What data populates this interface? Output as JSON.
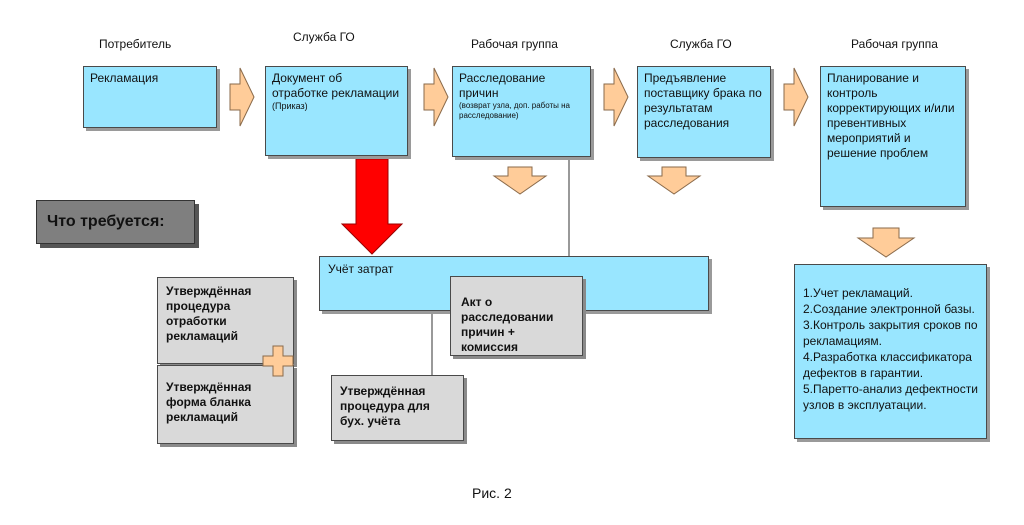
{
  "headers": [
    "Потребитель",
    "Служба ГО",
    "Рабочая группа",
    "Служба ГО",
    "Рабочая группа"
  ],
  "flow": {
    "complaint": "Рекламация",
    "document": {
      "main": "Документ об отработке рекламации",
      "note": "(Приказ)"
    },
    "investigation": {
      "main": "Расследование причин",
      "note": "(возврат узла, доп. работы на расследование)"
    },
    "supplier": "Предъявление поставщику брака по результатам расследования",
    "planning": "Планирование и контроль корректирующих и/или превентивных мероприятий и решение проблем"
  },
  "requirements_label": "Что требуется:",
  "cost_accounting": "Учёт затрат",
  "act": "Акт о расследовании причин + комиссия",
  "procedure": "Утверждённая процедура отработки рекламаций",
  "form": "Утверждённая форма бланка рекламаций",
  "accounting_procedure": "Утверждённая процедура для бух. учёта",
  "tasks": [
    "1.Учет рекламаций.",
    "2.Создание электронной базы.",
    "3.Контроль закрытия сроков по",
    "рекламациям.",
    "4.Разработка классификатора",
    "дефектов в гарантии.",
    "5.Паретто-анализ дефектности",
    "узлов в эксплуатации."
  ],
  "caption": "Рис. 2",
  "colors": {
    "box_fill": "#99e6ff",
    "arrow_fill": "#ffcc99",
    "red_arrow": "#ff0000",
    "gray_fill": "#d9d9d9",
    "requirements_fill": "#7f7f7f"
  }
}
